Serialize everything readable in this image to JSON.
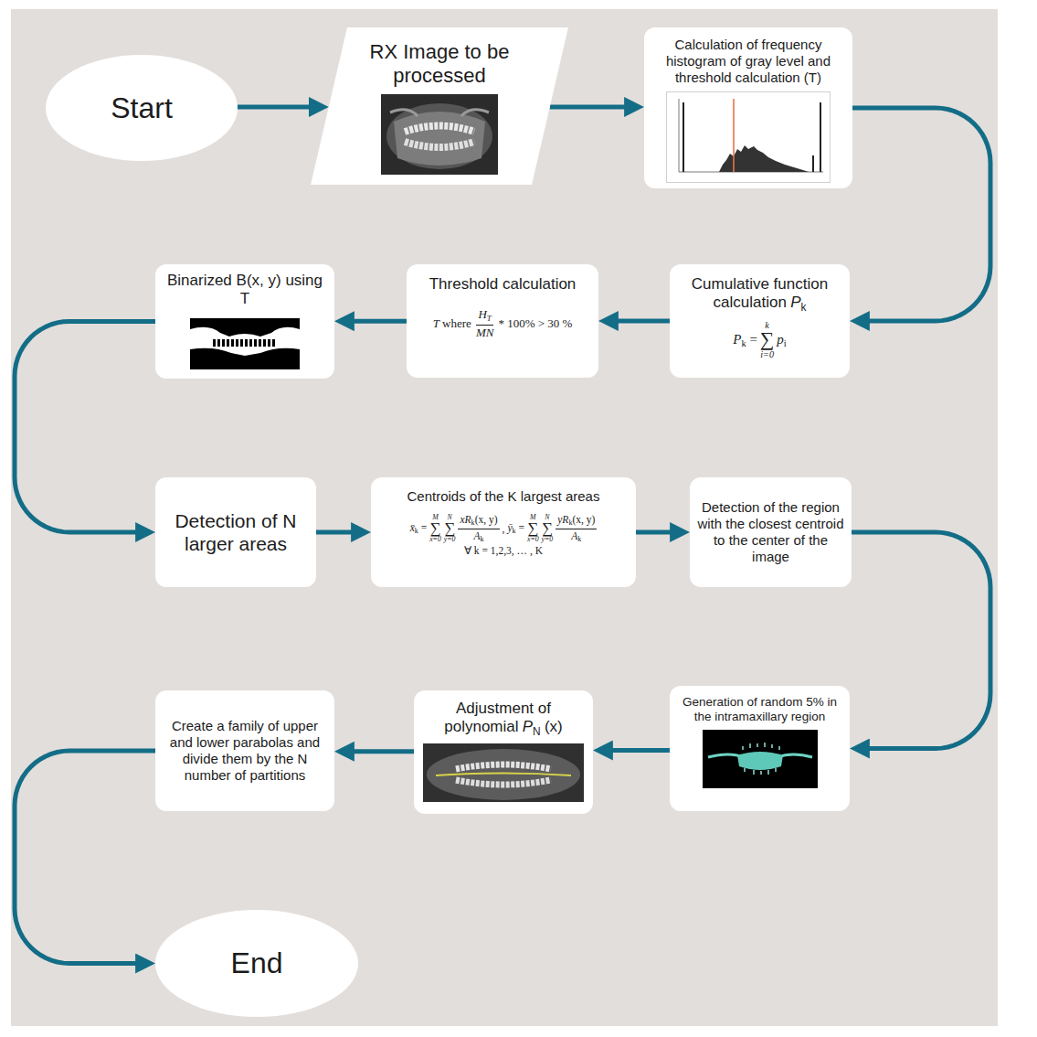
{
  "diagram": {
    "nodes": [
      {
        "text": [
          "Start"
        ]
      },
      {
        "text": [
          "RX Image to be processed"
        ]
      },
      {
        "text": [
          "Calculation of frequency histogram of gray level and threshold calculation (T)"
        ]
      },
      {
        "text": [
          "Cumulative function calculation",
          "P",
          "k",
          "P",
          "k",
          "=",
          "k",
          "∑",
          "i=0",
          "p",
          "i"
        ]
      },
      {
        "text": [
          "Threshold calculation",
          "T",
          "where",
          "H",
          "T",
          "MN",
          "* 100% > 30 %"
        ]
      },
      {
        "text": [
          "Binarized B(x, y) using T"
        ]
      },
      {
        "text": [
          "Detection of N larger areas"
        ]
      },
      {
        "text": [
          "Centroids of the K largest areas",
          "x̄",
          "k",
          "=",
          "M",
          "∑",
          "x=0",
          "N",
          "∑",
          "y=0",
          "xR",
          "k",
          "(x, y)",
          "A",
          "k",
          ",",
          "ȳ",
          "k",
          "=",
          "M",
          "∑",
          "x=0",
          "N",
          "∑",
          "y=0",
          "yR",
          "k",
          "(x, y)",
          "A",
          "k",
          "∀ k = 1,2,3, … , K"
        ]
      },
      {
        "text": [
          "Detection of the region with the closest centroid to the center of the image"
        ]
      },
      {
        "text": [
          "Generation of random 5% in the intramaxillary region"
        ]
      },
      {
        "text": [
          "Adjustment of polynomial",
          "P",
          "N",
          "(x)"
        ]
      },
      {
        "text": [
          "Create a family of upper and lower parabolas and divide them by the N number of partitions"
        ]
      },
      {
        "text": [
          "End"
        ]
      }
    ],
    "edges": [
      {
        "from": 0,
        "to": 1,
        "arrow": "to"
      },
      {
        "from": 1,
        "to": 2,
        "arrow": "to"
      },
      {
        "from": 2,
        "to": 3,
        "arrow": "to"
      },
      {
        "from": 3,
        "to": 4,
        "arrow": "to"
      },
      {
        "from": 4,
        "to": 5,
        "arrow": "to"
      },
      {
        "from": 5,
        "to": 6,
        "arrow": "to"
      },
      {
        "from": 6,
        "to": 7,
        "arrow": "to"
      },
      {
        "from": 7,
        "to": 8,
        "arrow": "to"
      },
      {
        "from": 8,
        "to": 9,
        "arrow": "to"
      },
      {
        "from": 9,
        "to": 10,
        "arrow": "to"
      },
      {
        "from": 10,
        "to": 11,
        "arrow": "to"
      },
      {
        "from": 11,
        "to": 12,
        "arrow": "to"
      }
    ]
  }
}
